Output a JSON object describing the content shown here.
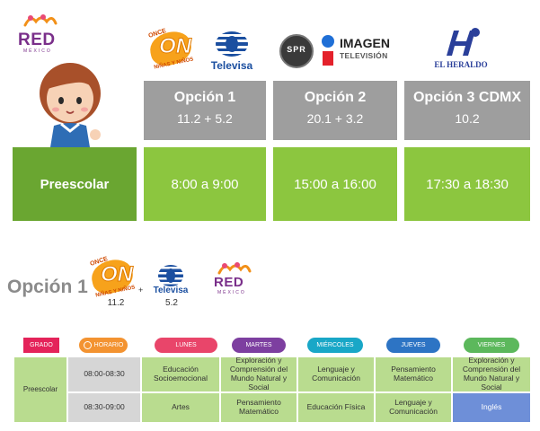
{
  "logos": {
    "red": {
      "text": "RED",
      "sub": "MÉXICO"
    },
    "once": {
      "top": "ONCE",
      "main": "ON",
      "bottom": "NIÑAS Y NIÑOS"
    },
    "televisa": "Televisa",
    "spr": "SPR",
    "imagen": {
      "title": "IMAGEN",
      "subtitle": "TELEVISIÓN"
    },
    "heraldo": "EL HERALDO"
  },
  "top_table": {
    "options": [
      {
        "title": "Opción 1",
        "channels": "11.2  +  5.2",
        "time": "8:00 a 9:00"
      },
      {
        "title": "Opción 2",
        "channels": "20.1  +  3.2",
        "time": "15:00 a 16:00"
      },
      {
        "title": "Opción 3 CDMX",
        "channels": "10.2",
        "time": "17:30 a 18:30"
      }
    ],
    "row_label": "Preescolar"
  },
  "section2": {
    "title": "Opción 1",
    "channel_a": "11.2",
    "channel_b": "5.2",
    "plus": "+"
  },
  "schedule": {
    "headers": {
      "grado": "GRADO",
      "horario": "HORARIO",
      "days": [
        "LUNES",
        "MARTES",
        "MIÉRCOLES",
        "JUEVES",
        "VIERNES"
      ]
    },
    "colors": {
      "grado": "#e4235a",
      "horario": "#f39331",
      "lunes": "#e9456a",
      "martes": "#7d3fa0",
      "miercoles": "#19a7c7",
      "jueves": "#2d74c4",
      "viernes": "#5cb85c"
    },
    "grade": "Preescolar",
    "rows": [
      {
        "time": "08:00-08:30",
        "cells": [
          "Educación Socioemocional",
          "Exploración y Comprensión del Mundo Natural y Social",
          "Lenguaje y Comunicación",
          "Pensamiento Matemático",
          "Exploración y Comprensión del Mundo Natural y Social"
        ]
      },
      {
        "time": "08:30-09:00",
        "cells": [
          "Artes",
          "Pensamiento Matemático",
          "Educación Física",
          "Lenguaje y Comunicación",
          "Inglés"
        ]
      }
    ]
  }
}
